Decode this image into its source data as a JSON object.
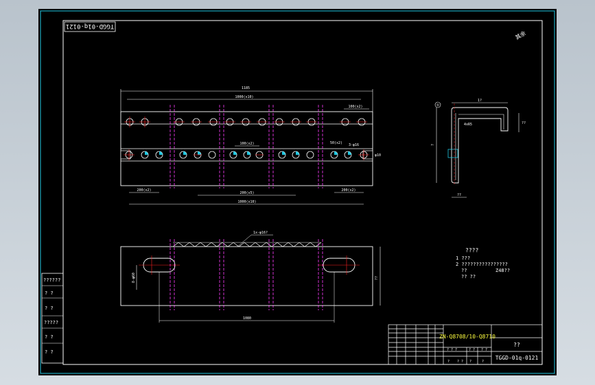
{
  "drawing": {
    "rotated_code": "TGGD-01q-0121",
    "corner_mark": "其余",
    "dim_overall_top": "1185",
    "dim_holes_span": "1000(x10)",
    "dim_right_pitch": "100(x2)",
    "dim_left_top": "50(x2)",
    "dim_mid_top": "100(x2)",
    "dim_right_slot": "3-φ16",
    "dim_side_small": "φ10",
    "dim_bottom_left": "200(x2)",
    "dim_bottom_right": "200(x2)",
    "dim_bottom_mid": "200(x5)",
    "dim_bottom_total": "1000(x10)",
    "section_top": "1? ",
    "section_width": "?? ",
    "section_height": "? ",
    "section_inner": "4xR5",
    "section_bottom": "??",
    "section_marker": "①",
    "plan_leader": "1x-φ16?",
    "plan_height": "??",
    "plan_slot_dim": "8-φ60",
    "plan_bottom_dim": "1080",
    "notes_title": "????",
    "note_1": "1 ???",
    "note_2": "2 ????????????????",
    "note_3": "??",
    "note_4": "Z48??",
    "note_5": "?? ??",
    "left_labels": [
      "??????",
      "?  ?",
      "?  ?",
      "?????",
      "?  ?",
      "?  ?"
    ],
    "title_block": {
      "product": "ZN-Q8708/10-Q8710",
      "name": "??",
      "code": "TGGD-01q-0121",
      "scale_row": [
        "? ? ?",
        "? ?",
        "? ?"
      ],
      "bottom_row": [
        "?",
        "? ?",
        "?",
        "?"
      ]
    }
  }
}
